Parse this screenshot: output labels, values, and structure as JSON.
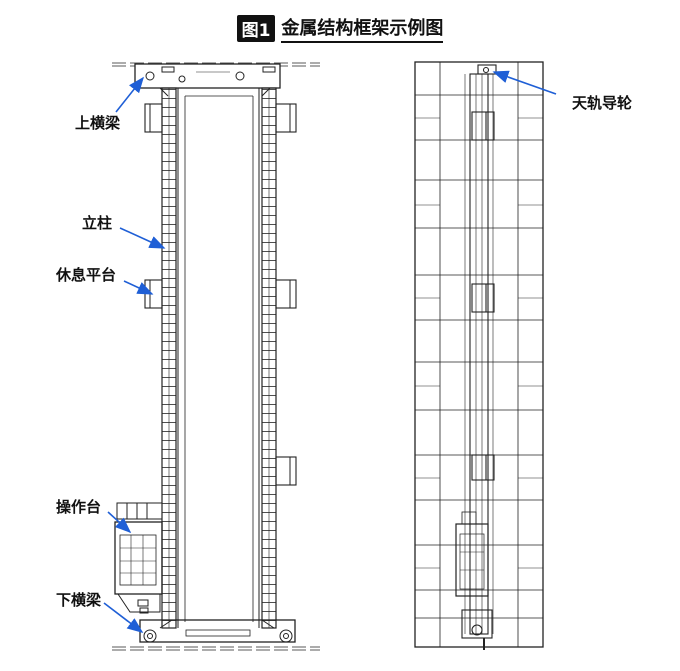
{
  "figure": {
    "badge": "图1",
    "title": "金属结构框架示例图"
  },
  "labels": {
    "top_beam": "上横梁",
    "column": "立柱",
    "rest_platform": "休息平台",
    "operator_cab": "操作台",
    "bottom_beam": "下横梁",
    "sky_rail_guide_wheel": "天轨导轮"
  },
  "colors": {
    "line": "#222222",
    "arrow": "#1f5fd6",
    "text": "#111111"
  }
}
